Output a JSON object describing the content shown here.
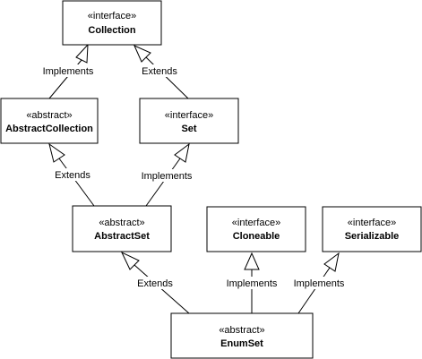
{
  "nodes": {
    "collection": {
      "stereotype": "«interface»",
      "name": "Collection"
    },
    "abstract_collection": {
      "stereotype": "«abstract»",
      "name": "AbstractCollection"
    },
    "set": {
      "stereotype": "«interface»",
      "name": "Set"
    },
    "abstract_set": {
      "stereotype": "«abstract»",
      "name": "AbstractSet"
    },
    "cloneable": {
      "stereotype": "«interface»",
      "name": "Cloneable"
    },
    "serializable": {
      "stereotype": "«interface»",
      "name": "Serializable"
    },
    "enum_set": {
      "stereotype": "«abstract»",
      "name": "EnumSet"
    }
  },
  "edges": [
    {
      "from": "abstract_collection",
      "to": "collection",
      "label": "Implements"
    },
    {
      "from": "set",
      "to": "collection",
      "label": "Extends"
    },
    {
      "from": "abstract_set",
      "to": "abstract_collection",
      "label": "Extends"
    },
    {
      "from": "abstract_set",
      "to": "set",
      "label": "Implements"
    },
    {
      "from": "enum_set",
      "to": "abstract_set",
      "label": "Extends"
    },
    {
      "from": "enum_set",
      "to": "cloneable",
      "label": "Implements"
    },
    {
      "from": "enum_set",
      "to": "serializable",
      "label": "Implements"
    }
  ]
}
